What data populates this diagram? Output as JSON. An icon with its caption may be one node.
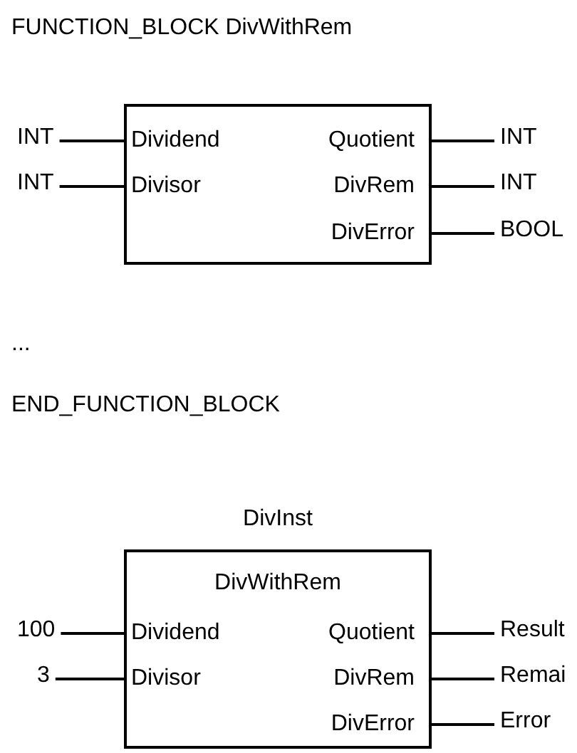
{
  "diagram": {
    "nodes": [
      {
        "text": [],
        "shape": "box"
      },
      {
        "text": [
          "Dividend"
        ],
        "in": 0
      },
      {
        "text": [
          "Quotient"
        ],
        "in": 0
      },
      {
        "text": [
          "Divisor"
        ],
        "in": 0
      },
      {
        "text": [
          "DivRem"
        ],
        "in": 0
      },
      {
        "text": [
          "DivError"
        ],
        "in": 0
      },
      {
        "text": [
          "INT"
        ]
      },
      {
        "text": [
          "INT"
        ]
      },
      {
        "text": [
          "INT"
        ]
      },
      {
        "text": [
          "INT"
        ]
      },
      {
        "text": [
          "BOOL"
        ]
      },
      {
        "text": [
          "DivInst",
          "DivWithRem"
        ]
      },
      {
        "text": [
          "Dividend"
        ],
        "in": 11
      },
      {
        "text": [
          "Quotient"
        ],
        "in": 11
      },
      {
        "text": [
          "Divisor"
        ],
        "in": 11
      },
      {
        "text": [
          "DivRem"
        ],
        "in": 11
      },
      {
        "text": [
          "DivError"
        ],
        "in": 11
      },
      {
        "text": [
          "100"
        ]
      },
      {
        "text": [
          "3"
        ]
      },
      {
        "text": [
          "Result"
        ]
      },
      {
        "text": [
          "Remai"
        ]
      },
      {
        "text": [
          "Error"
        ]
      }
    ],
    "edges": [
      {
        "from": 6,
        "to": 1,
        "arrow": "none"
      },
      {
        "from": 7,
        "to": 3,
        "arrow": "none"
      },
      {
        "from": 2,
        "to": 8,
        "arrow": "none"
      },
      {
        "from": 4,
        "to": 9,
        "arrow": "none"
      },
      {
        "from": 5,
        "to": 10,
        "arrow": "none"
      },
      {
        "from": 17,
        "to": 12,
        "arrow": "none"
      },
      {
        "from": 18,
        "to": 14,
        "arrow": "none"
      },
      {
        "from": 13,
        "to": 19,
        "arrow": "none"
      },
      {
        "from": 15,
        "to": 20,
        "arrow": "none"
      },
      {
        "from": 16,
        "to": 21,
        "arrow": "none"
      }
    ],
    "labels": [
      "FUNCTION_BLOCK DivWithRem",
      "...",
      "END_FUNCTION_BLOCK"
    ]
  }
}
